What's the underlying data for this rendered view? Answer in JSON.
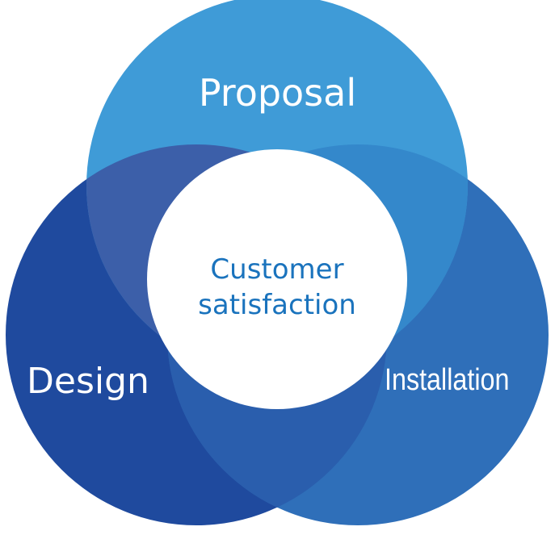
{
  "diagram": {
    "type": "venn",
    "circles": [
      {
        "label": "Proposal",
        "color": "#3f9bd7"
      },
      {
        "label": "Design",
        "color": "#1f4a9e"
      },
      {
        "label": "Installation",
        "color": "#2f6fb9"
      }
    ],
    "center": {
      "line1": "Customer",
      "line2": "satisfaction",
      "color": "#1a73bd"
    },
    "overlap_colors": {
      "proposal_design": "#3c5fa9",
      "proposal_installation": "#3488cb",
      "design_installation": "#2a5ead"
    }
  }
}
